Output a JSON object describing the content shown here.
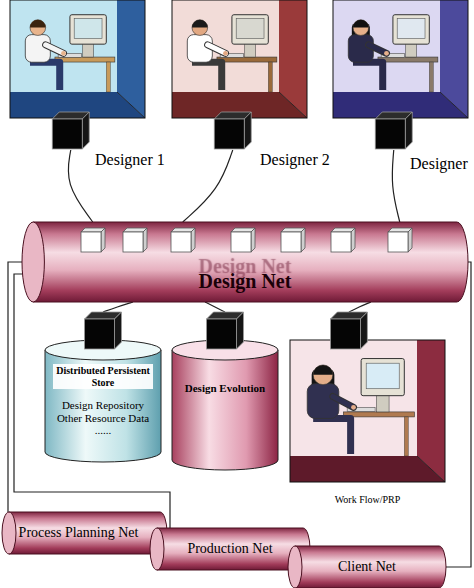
{
  "diagram": {
    "nodes": [
      {
        "text": [
          "Designer 1"
        ]
      },
      {
        "text": [
          "Designer 2"
        ]
      },
      {
        "text": [
          "Designer"
        ]
      },
      {
        "text": [
          "Design Net"
        ]
      },
      {
        "text": [
          "Distributed Persistent Store",
          "Design Repository Other Resource Data ......"
        ]
      },
      {
        "text": [
          "Design Evolution"
        ]
      },
      {
        "text": [
          "Work Flow/PRP"
        ]
      },
      {
        "text": [
          "Process Planning Net"
        ]
      },
      {
        "text": [
          "Production Net"
        ]
      },
      {
        "text": [
          "Client Net"
        ]
      }
    ],
    "edges": [
      {
        "from": 0,
        "to": 3,
        "arrow": "none"
      },
      {
        "from": 1,
        "to": 3,
        "arrow": "none"
      },
      {
        "from": 2,
        "to": 3,
        "arrow": "none"
      },
      {
        "from": 4,
        "to": 3,
        "arrow": "none"
      },
      {
        "from": 5,
        "to": 3,
        "arrow": "none"
      },
      {
        "from": 6,
        "to": 3,
        "arrow": "none"
      },
      {
        "from": 3,
        "to": 7,
        "arrow": "none"
      },
      {
        "from": 3,
        "to": 8,
        "arrow": "none"
      },
      {
        "from": 3,
        "to": 9,
        "arrow": "none"
      }
    ]
  }
}
